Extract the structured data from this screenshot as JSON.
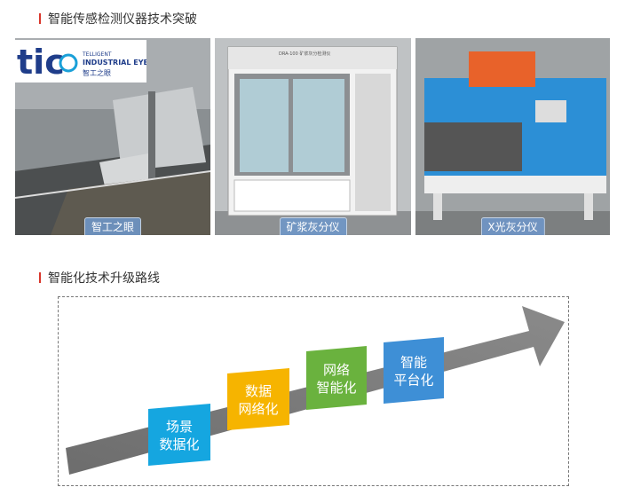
{
  "sections": {
    "title1": "智能传感检测仪器技术突破",
    "title2": "智能化技术升级路线"
  },
  "logo": {
    "mark": "tic",
    "line1": "TELLIGENT",
    "line2": "INDUSTRIAL EYE",
    "line3": "智工之眼",
    "icon": "tic-logo-icon"
  },
  "photos": [
    {
      "caption": "智工之眼"
    },
    {
      "caption": "矿浆灰分仪",
      "panel_text": "DRA-100 矿浆灰分检测仪"
    },
    {
      "caption": "X光灰分仪"
    }
  ],
  "roadmap": {
    "steps": [
      {
        "line1": "场景",
        "line2": "数据化",
        "color": "#15a6e0"
      },
      {
        "line1": "数据",
        "line2": "网络化",
        "color": "#f6b400"
      },
      {
        "line1": "网络",
        "line2": "智能化",
        "color": "#6ab23e"
      },
      {
        "line1": "智能",
        "line2": "平台化",
        "color": "#3e8fd6"
      }
    ],
    "arrow_color": "#6d6d6d"
  }
}
